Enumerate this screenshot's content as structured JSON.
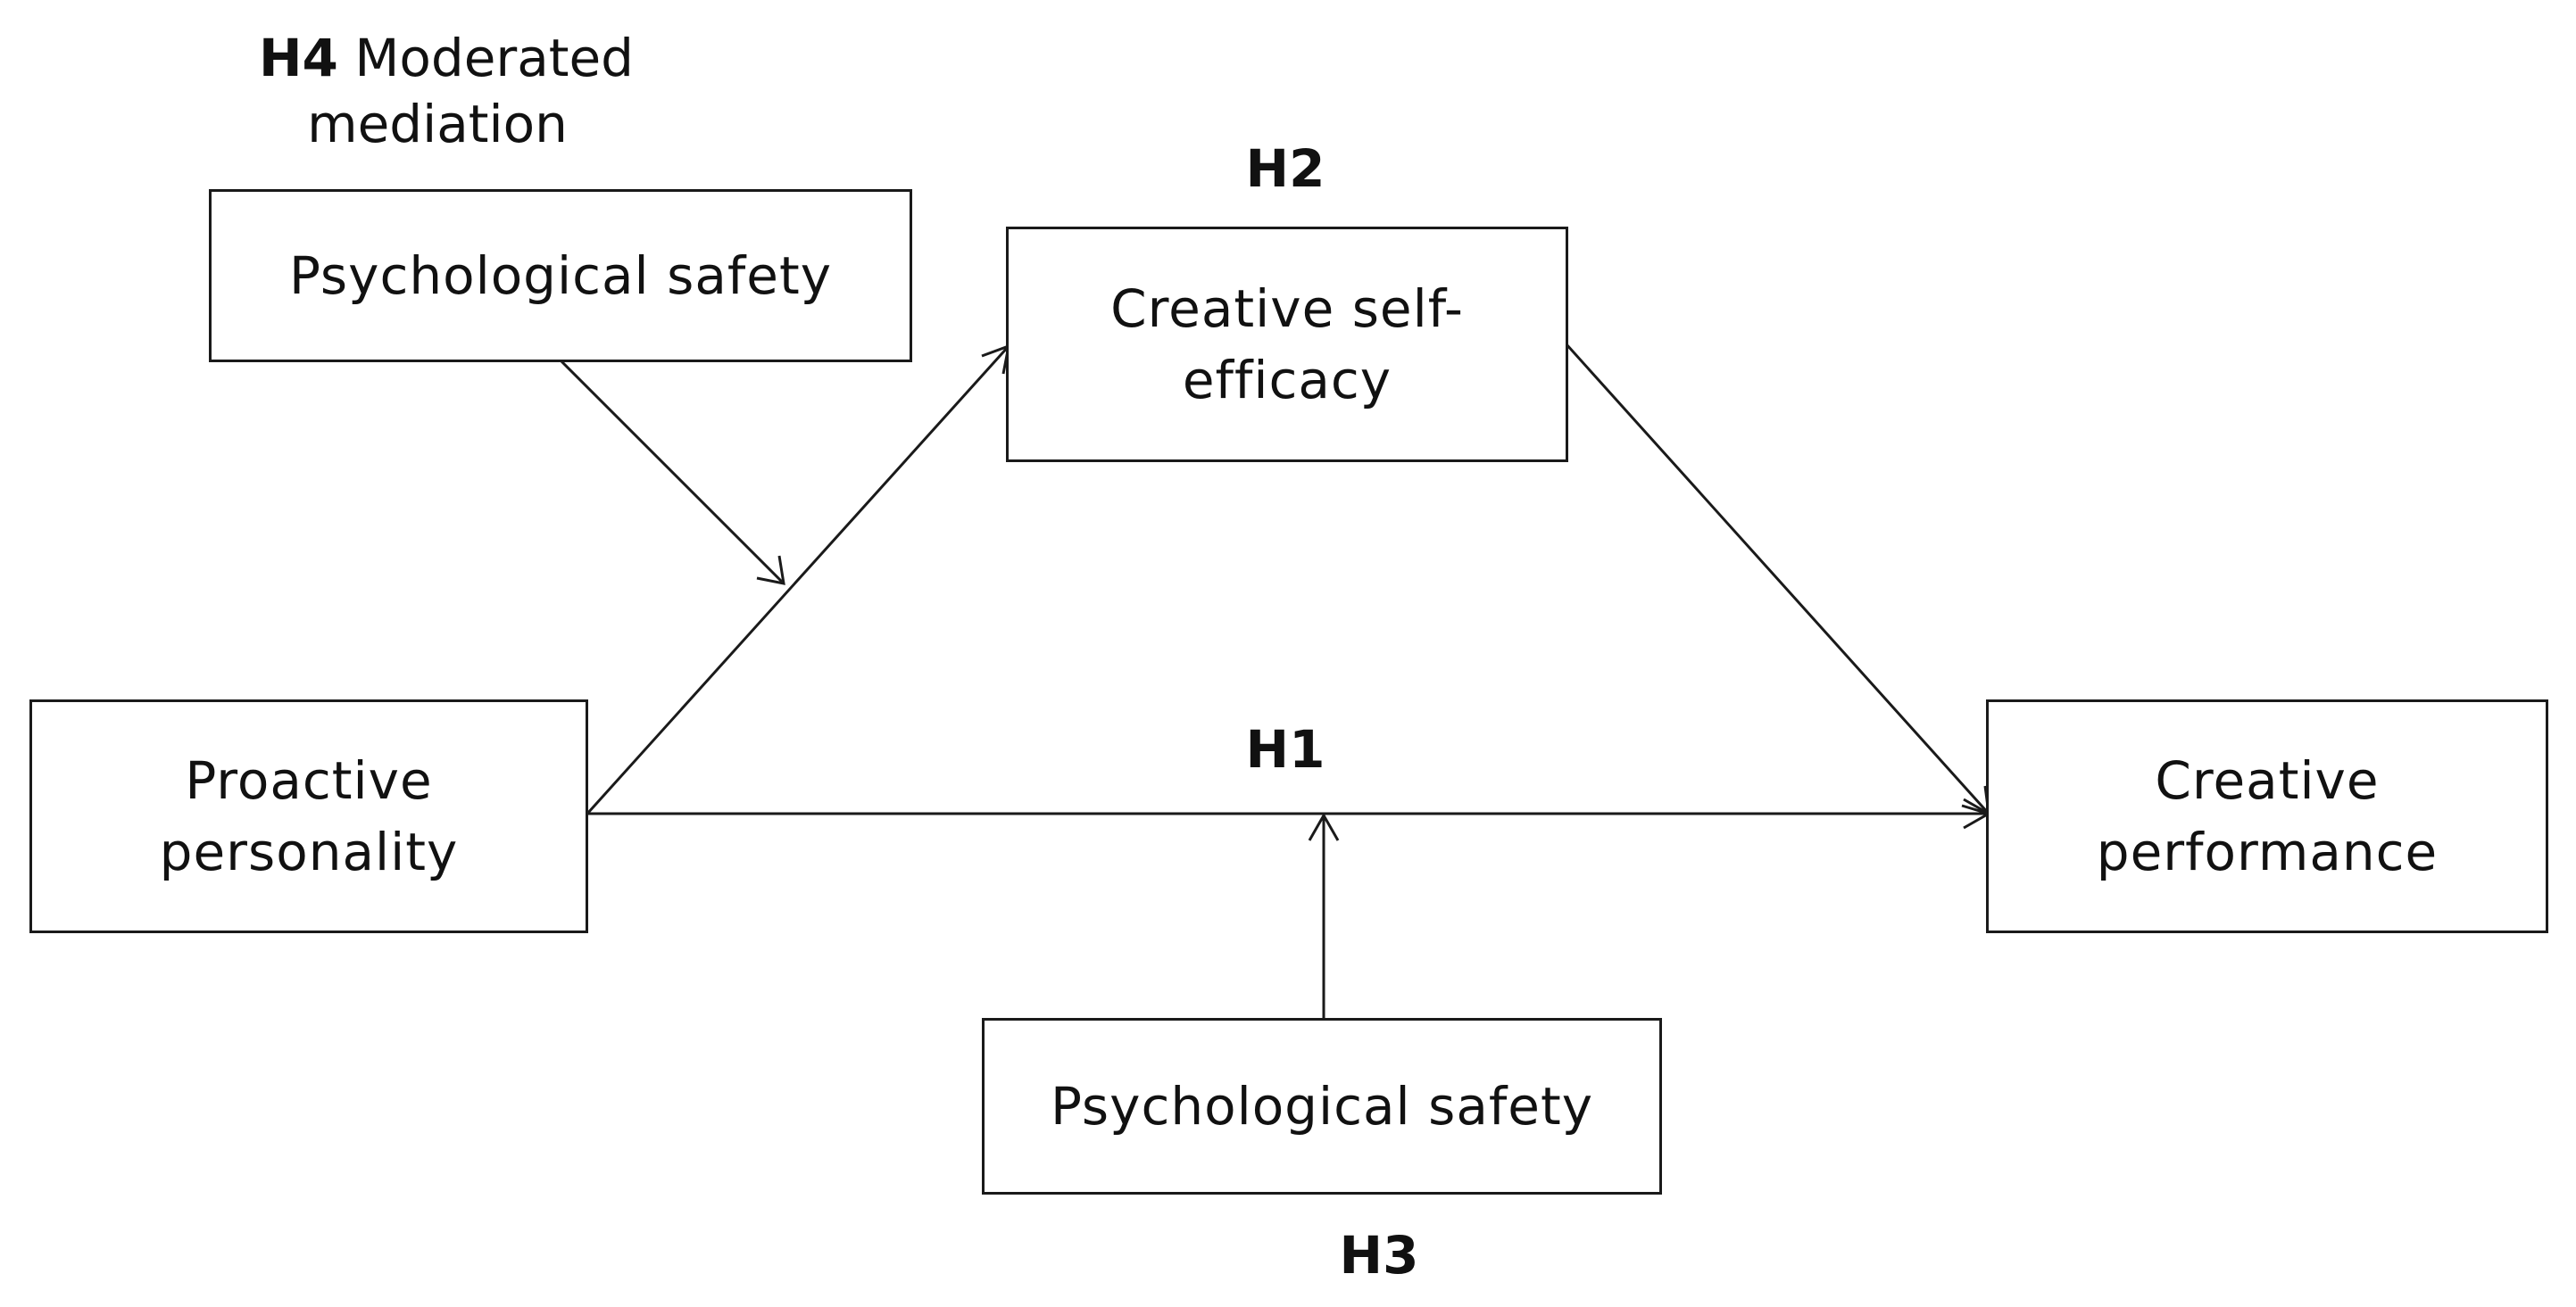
{
  "nodes": {
    "proactive_personality": "Proactive\npersonality",
    "creative_self_efficacy": "Creative self-\nefficacy",
    "creative_performance": "Creative\nperformance",
    "psychological_safety_top": "Psychological safety",
    "psychological_safety_bottom": "Psychological safety"
  },
  "hypotheses": {
    "h1": "H1",
    "h2": "H2",
    "h3": "H3",
    "h4": "H4",
    "h4_text_line1": "Moderated",
    "h4_text_line2": "mediation"
  },
  "colors": {
    "line": "#1a1a1a",
    "box_border": "#1a1a1a",
    "background": "#ffffff"
  }
}
